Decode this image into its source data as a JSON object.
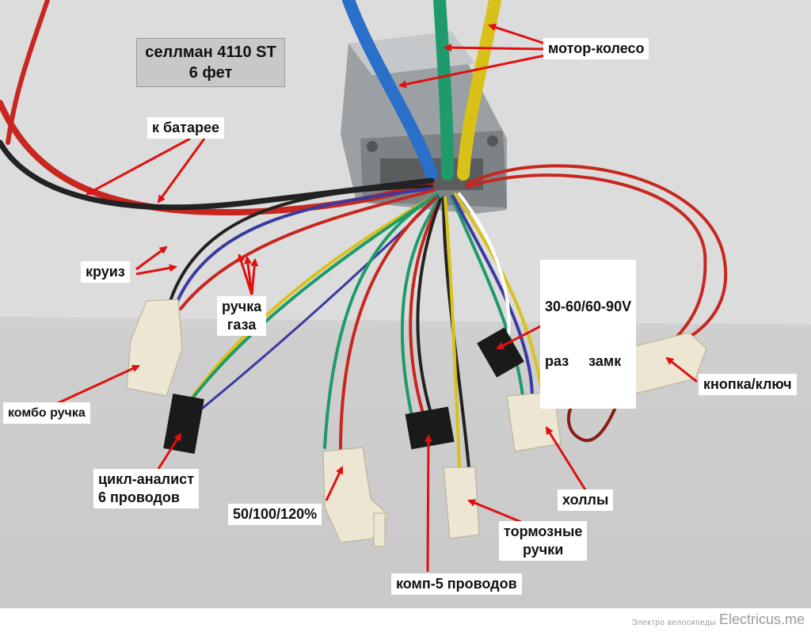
{
  "title": {
    "line1": "селлман 4110 ST",
    "line2": "6 фет"
  },
  "labels": {
    "motor_wheel": "мотор-колесо",
    "to_battery": "к батарее",
    "cruise": "круиз",
    "throttle_line1": "ручка",
    "throttle_line2": "газа",
    "combo_handle": "комбо ручка",
    "cycle_analyst_line1": "цикл-аналист",
    "cycle_analyst_line2": "6 проводов",
    "speed_mode": "50/100/120%",
    "comp5": "комп-5 проводов",
    "brake_line1": "тормозные",
    "brake_line2": "ручки",
    "halls": "холлы",
    "button_key": "кнопка/ключ",
    "voltage_line1": "30-60/60-90V",
    "voltage_line2": "раз     замк"
  },
  "footer": {
    "small_text": "Электро велосипеды",
    "brand": "Electricus.me"
  },
  "colors": {
    "arrow": "#e01010",
    "wire_red": "#c8261e",
    "wire_black": "#222222",
    "wire_blue": "#2a6fc9",
    "wire_green": "#1f9a6a",
    "wire_yellow": "#d8c21a",
    "wire_purple": "#3a3aa0"
  }
}
